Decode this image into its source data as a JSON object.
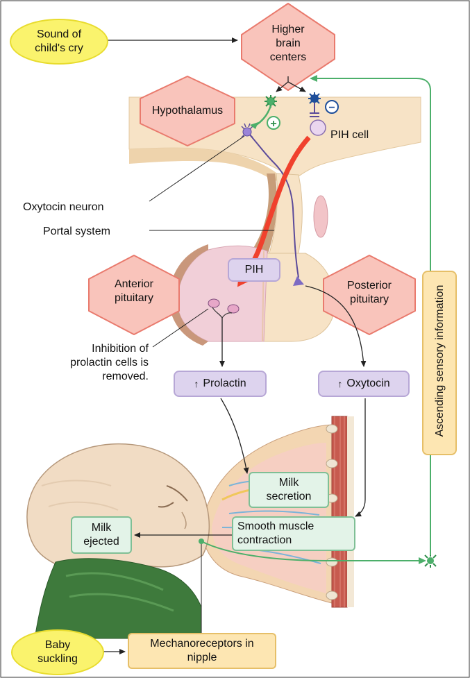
{
  "labels": {
    "sound": "Sound of child's cry",
    "higher_brain": "Higher brain centers",
    "hypothalamus": "Hypothalamus",
    "pih_cell": "PIH cell",
    "oxytocin_neuron": "Oxytocin neuron",
    "portal_system": "Portal system",
    "pih": "PIH",
    "anterior_pituitary": "Anterior pituitary",
    "posterior_pituitary": "Posterior pituitary",
    "inhibition": "Inhibition of prolactin cells is removed.",
    "prolactin": "Prolactin",
    "oxytocin": "Oxytocin",
    "milk_secretion": "Milk secretion",
    "milk_ejected": "Milk ejected",
    "smooth_muscle": "Smooth muscle contraction",
    "baby_suckling": "Baby suckling",
    "mechanoreceptors": "Mechanoreceptors in nipple",
    "ascending": "Ascending sensory information",
    "plus": "+",
    "minus": "−",
    "up_arrow": "↑"
  },
  "colors": {
    "diamond_fill": "#f9c4bb",
    "diamond_stroke": "#e97a6d",
    "oval_fill": "#faf36d",
    "hormone_fill": "#ddd3ee",
    "green_box_fill": "#e3f3e8",
    "orange_box_fill": "#fde6b2",
    "green_pathway": "#4caf6a",
    "blue_neuron": "#1d4e9a",
    "pih_red": "#f0412d"
  }
}
